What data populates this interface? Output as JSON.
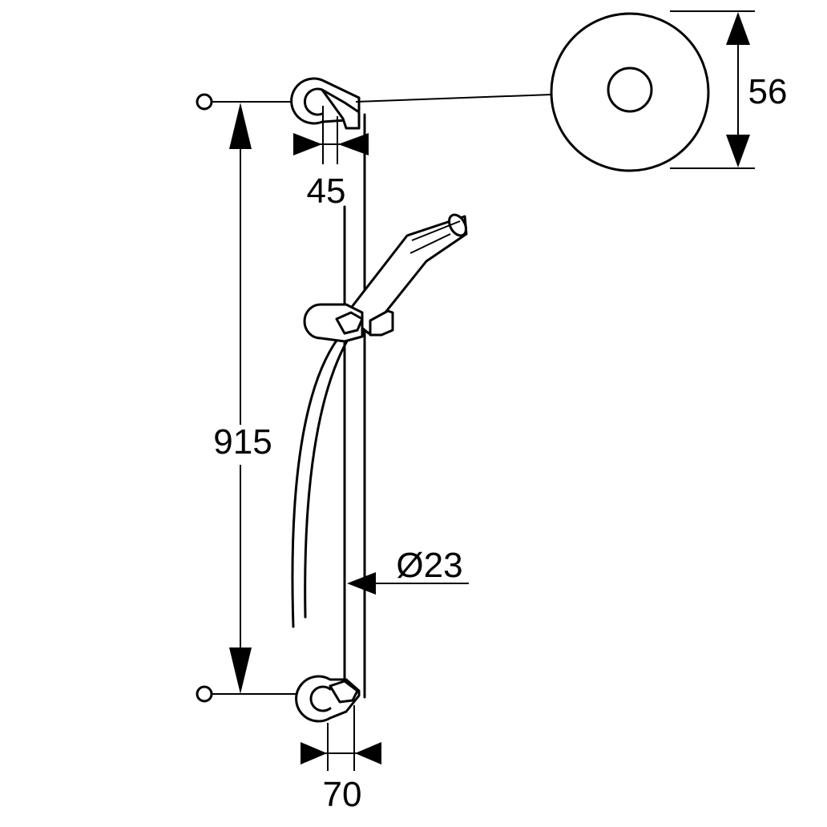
{
  "dimensions": {
    "rail_length": "915",
    "bracket_offset": "45",
    "wall_projection": "70",
    "rosette_diameter": "56",
    "rail_diameter": "Ø23"
  }
}
